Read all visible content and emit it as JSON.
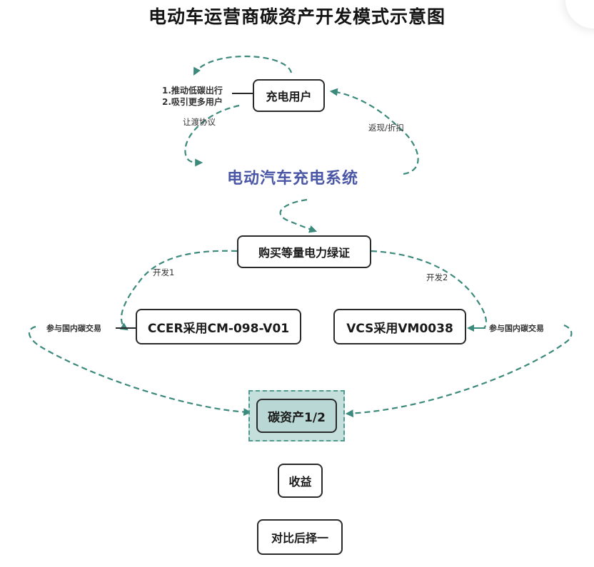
{
  "title": "电动车运营商碳资产开发模式示意图",
  "colors": {
    "connector": "#3c8a7c",
    "system_text": "#4a56a6",
    "highlight_fill": "#c5dfdc",
    "highlight_inner": "#b9d8d5"
  },
  "nodes": {
    "charging_user": "充电用户",
    "ev_charging_system": "电动汽车充电系统",
    "buy_green_cert": "购买等量电力绿证",
    "ccer": "CCER采用CM-098-V01",
    "vcs": "VCS采用VM0038",
    "carbon_asset": "碳资产1/2",
    "revenue": "收益",
    "compare_choose": "对比后择一"
  },
  "labels": {
    "user_benefits_1": "1.推动低碳出行",
    "user_benefits_2": "2.吸引更多用户",
    "transfer_agreement": "让渡协议",
    "rebate_discount": "返现/折扣",
    "develop_1": "开发1",
    "develop_2": "开发2",
    "domestic_trade_left": "参与国内碳交易",
    "domestic_trade_right": "参与国内碳交易"
  }
}
